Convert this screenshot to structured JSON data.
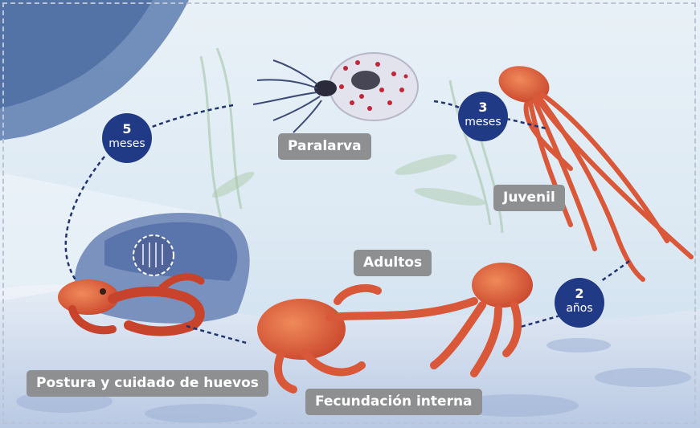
{
  "labels": {
    "paralarva": "Paralarva",
    "juvenil": "Juvenil",
    "adultos": "Adultos",
    "fecundacion": "Fecundación interna",
    "postura": "Postura y cuidado de huevos"
  },
  "durations": [
    {
      "num": "5",
      "unit": "meses"
    },
    {
      "num": "3",
      "unit": "meses"
    },
    {
      "num": "2",
      "unit": "años"
    }
  ],
  "colors": {
    "badge": "#213a86",
    "label_bg": "#8d8f91",
    "octopus": "#d9583a",
    "cycle_line": "#22346f"
  }
}
